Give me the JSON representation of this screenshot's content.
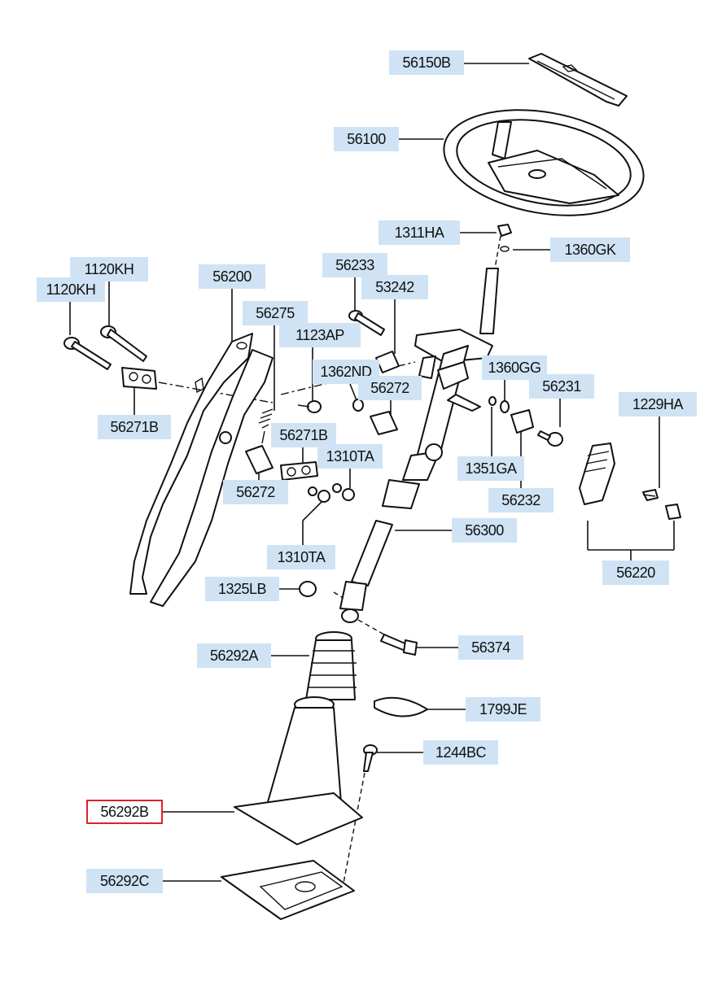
{
  "callouts": [
    {
      "id": "56150B",
      "text": "56150B"
    },
    {
      "id": "56100",
      "text": "56100"
    },
    {
      "id": "1311HA",
      "text": "1311HA"
    },
    {
      "id": "1360GK",
      "text": "1360GK"
    },
    {
      "id": "56233",
      "text": "56233"
    },
    {
      "id": "53242",
      "text": "53242"
    },
    {
      "id": "1120KH_a",
      "text": "1120KH"
    },
    {
      "id": "1120KH_b",
      "text": "1120KH"
    },
    {
      "id": "56200",
      "text": "56200"
    },
    {
      "id": "56275",
      "text": "56275"
    },
    {
      "id": "1123AP",
      "text": "1123AP"
    },
    {
      "id": "1362ND",
      "text": "1362ND"
    },
    {
      "id": "56272_a",
      "text": "56272"
    },
    {
      "id": "1360GG",
      "text": "1360GG"
    },
    {
      "id": "56231",
      "text": "56231"
    },
    {
      "id": "1229HA",
      "text": "1229HA"
    },
    {
      "id": "56271B_a",
      "text": "56271B"
    },
    {
      "id": "56271B_b",
      "text": "56271B"
    },
    {
      "id": "1310TA_a",
      "text": "1310TA"
    },
    {
      "id": "1351GA",
      "text": "1351GA"
    },
    {
      "id": "56272_b",
      "text": "56272"
    },
    {
      "id": "56232",
      "text": "56232"
    },
    {
      "id": "56300",
      "text": "56300"
    },
    {
      "id": "1310TA_b",
      "text": "1310TA"
    },
    {
      "id": "56220",
      "text": "56220"
    },
    {
      "id": "1325LB",
      "text": "1325LB"
    },
    {
      "id": "56374",
      "text": "56374"
    },
    {
      "id": "56292A",
      "text": "56292A"
    },
    {
      "id": "1799JE",
      "text": "1799JE"
    },
    {
      "id": "1244BC",
      "text": "1244BC"
    },
    {
      "id": "56292B",
      "text": "56292B",
      "selected": true
    },
    {
      "id": "56292C",
      "text": "56292C"
    }
  ],
  "colors": {
    "label_bg": "#cfe3f4",
    "selected_border": "#e0202a",
    "line": "#111111"
  }
}
